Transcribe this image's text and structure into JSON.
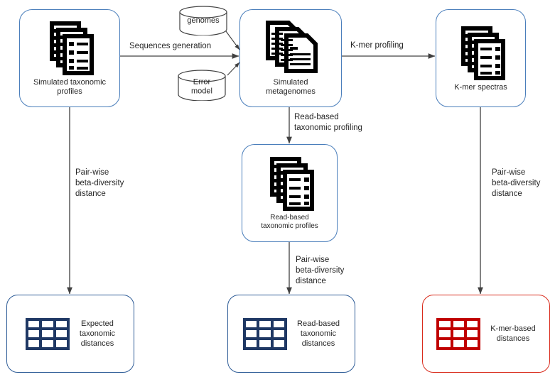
{
  "diagram": {
    "title": "Metagenomic simulation and distance comparison workflow",
    "colors": {
      "node_border_blue": "#4a7ebb",
      "node_border_red": "#d92b1c",
      "table_icon_navy": "#1f3864",
      "table_icon_red": "#c00000",
      "edge_stroke": "#404040",
      "text": "#262626"
    },
    "nodes": {
      "simulated_taxonomic_profiles": {
        "label": "Simulated taxonomic\nprofiles",
        "icon": "documents-stack-bulleted-icon"
      },
      "simulated_metagenomes": {
        "label": "Simulated\nmetagenomes",
        "icon": "documents-stack-lined-icon"
      },
      "kmer_spectras": {
        "label": "K-mer spectras",
        "icon": "documents-stack-bulleted-icon"
      },
      "read_based_taxonomic_profiles": {
        "label": "Read-based\ntaxonomic profiles",
        "icon": "documents-stack-bulleted-icon"
      },
      "genomes_store": {
        "label": "genomes",
        "icon": "cylinder-database-icon"
      },
      "error_model_store": {
        "label": "Error\nmodel",
        "icon": "cylinder-database-icon"
      },
      "expected_taxonomic_distances": {
        "label": "Expected\ntaxonomic\ndistances",
        "icon": "table-grid-icon"
      },
      "read_based_taxonomic_distances": {
        "label": "Read-based\ntaxonomic\ndistances",
        "icon": "table-grid-icon"
      },
      "kmer_based_distances": {
        "label": "K-mer-based\ndistances",
        "icon": "table-grid-icon"
      }
    },
    "edges": {
      "sequences_generation": "Sequences generation",
      "kmer_profiling": "K-mer profiling",
      "read_based_taxonomic_profiling": "Read-based\ntaxonomic  profiling",
      "pairwise_left": "Pair-wise\nbeta-diversity\ndistance",
      "pairwise_middle": "Pair-wise\nbeta-diversity\ndistance",
      "pairwise_right": "Pair-wise\nbeta-diversity\ndistance"
    }
  }
}
